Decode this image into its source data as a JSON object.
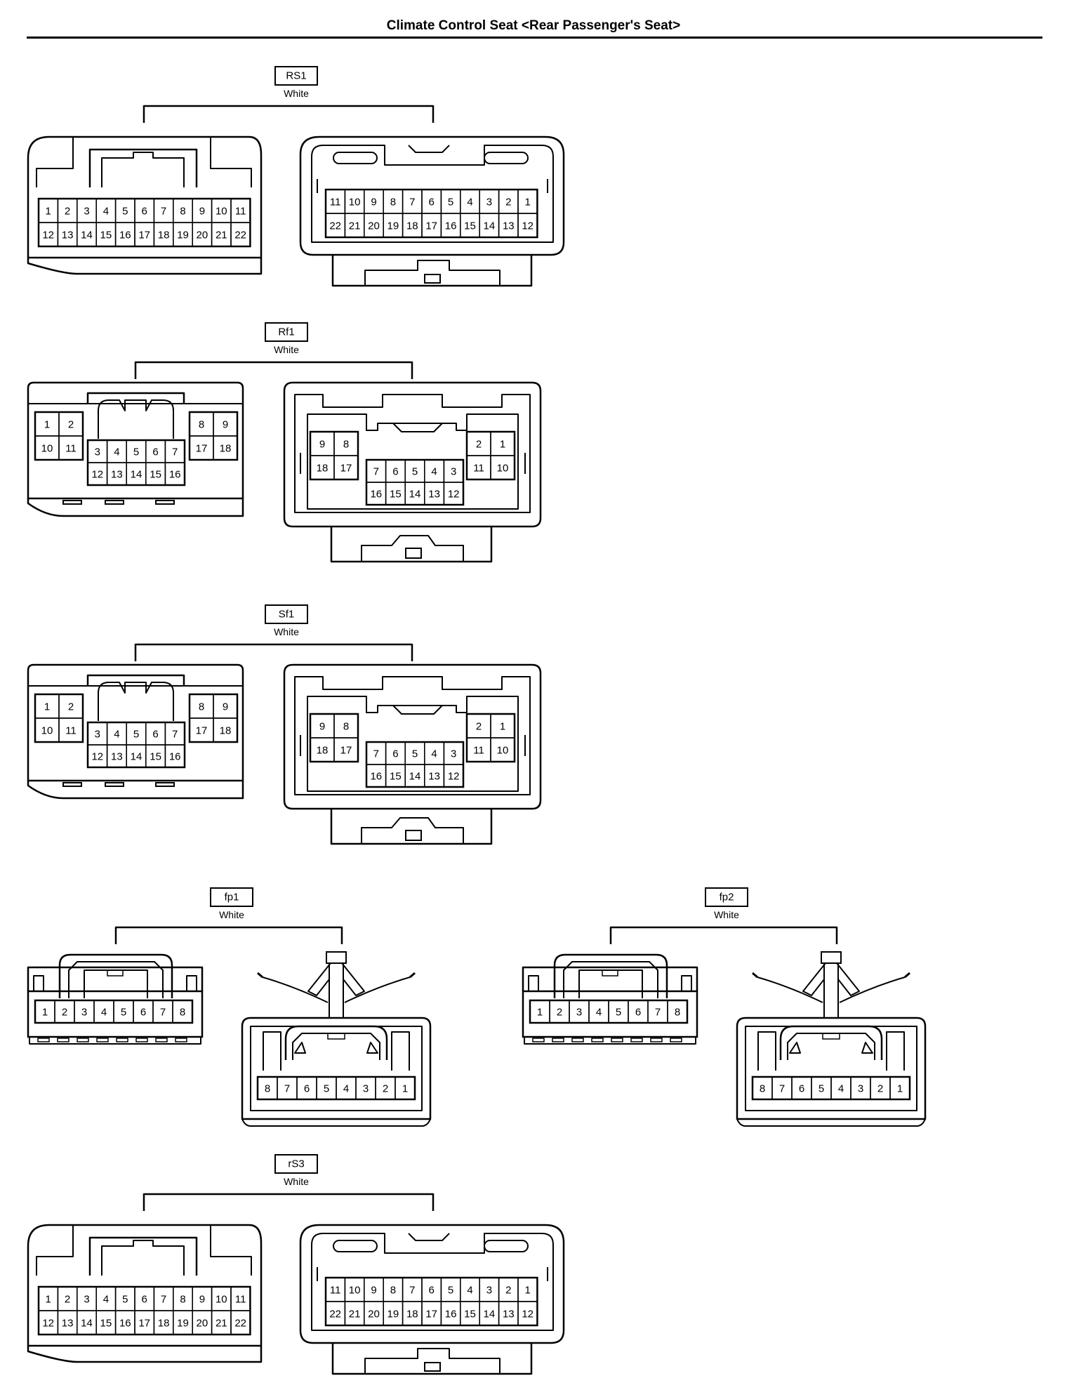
{
  "title": "Climate Control Seat <Rear Passenger's Seat>",
  "connectors": [
    {
      "code": "RS1",
      "color": "White",
      "type": "22-pin",
      "female": {
        "rows": [
          [
            "1",
            "2",
            "3",
            "4",
            "5",
            "6",
            "7",
            "8",
            "9",
            "10",
            "11"
          ],
          [
            "12",
            "13",
            "14",
            "15",
            "16",
            "17",
            "18",
            "19",
            "20",
            "21",
            "22"
          ]
        ]
      },
      "male": {
        "rows": [
          [
            "11",
            "10",
            "9",
            "8",
            "7",
            "6",
            "5",
            "4",
            "3",
            "2",
            "1"
          ],
          [
            "22",
            "21",
            "20",
            "19",
            "18",
            "17",
            "16",
            "15",
            "14",
            "13",
            "12"
          ]
        ]
      }
    },
    {
      "code": "Rf1",
      "color": "White",
      "type": "18-pin",
      "female": {
        "left": [
          [
            "1",
            "2"
          ],
          [
            "10",
            "11"
          ]
        ],
        "center": [
          [
            "3",
            "4",
            "5",
            "6",
            "7"
          ],
          [
            "12",
            "13",
            "14",
            "15",
            "16"
          ]
        ],
        "right": [
          [
            "8",
            "9"
          ],
          [
            "17",
            "18"
          ]
        ]
      },
      "male": {
        "left": [
          [
            "9",
            "8"
          ],
          [
            "18",
            "17"
          ]
        ],
        "center": [
          [
            "7",
            "6",
            "5",
            "4",
            "3"
          ],
          [
            "16",
            "15",
            "14",
            "13",
            "12"
          ]
        ],
        "right": [
          [
            "2",
            "1"
          ],
          [
            "11",
            "10"
          ]
        ]
      }
    },
    {
      "code": "Sf1",
      "color": "White",
      "type": "18-pin",
      "female": {
        "left": [
          [
            "1",
            "2"
          ],
          [
            "10",
            "11"
          ]
        ],
        "center": [
          [
            "3",
            "4",
            "5",
            "6",
            "7"
          ],
          [
            "12",
            "13",
            "14",
            "15",
            "16"
          ]
        ],
        "right": [
          [
            "8",
            "9"
          ],
          [
            "17",
            "18"
          ]
        ]
      },
      "male": {
        "left": [
          [
            "9",
            "8"
          ],
          [
            "18",
            "17"
          ]
        ],
        "center": [
          [
            "7",
            "6",
            "5",
            "4",
            "3"
          ],
          [
            "16",
            "15",
            "14",
            "13",
            "12"
          ]
        ],
        "right": [
          [
            "2",
            "1"
          ],
          [
            "11",
            "10"
          ]
        ]
      }
    },
    {
      "code": "fp1",
      "color": "White",
      "type": "8-pin",
      "female": {
        "pins": [
          "1",
          "2",
          "3",
          "4",
          "5",
          "6",
          "7",
          "8"
        ]
      },
      "male": {
        "pins": [
          "8",
          "7",
          "6",
          "5",
          "4",
          "3",
          "2",
          "1"
        ]
      }
    },
    {
      "code": "fp2",
      "color": "White",
      "type": "8-pin",
      "female": {
        "pins": [
          "1",
          "2",
          "3",
          "4",
          "5",
          "6",
          "7",
          "8"
        ]
      },
      "male": {
        "pins": [
          "8",
          "7",
          "6",
          "5",
          "4",
          "3",
          "2",
          "1"
        ]
      }
    },
    {
      "code": "rS3",
      "color": "White",
      "type": "22-pin",
      "female": {
        "rows": [
          [
            "1",
            "2",
            "3",
            "4",
            "5",
            "6",
            "7",
            "8",
            "9",
            "10",
            "11"
          ],
          [
            "12",
            "13",
            "14",
            "15",
            "16",
            "17",
            "18",
            "19",
            "20",
            "21",
            "22"
          ]
        ]
      },
      "male": {
        "rows": [
          [
            "11",
            "10",
            "9",
            "8",
            "7",
            "6",
            "5",
            "4",
            "3",
            "2",
            "1"
          ],
          [
            "22",
            "21",
            "20",
            "19",
            "18",
            "17",
            "16",
            "15",
            "14",
            "13",
            "12"
          ]
        ]
      }
    }
  ]
}
